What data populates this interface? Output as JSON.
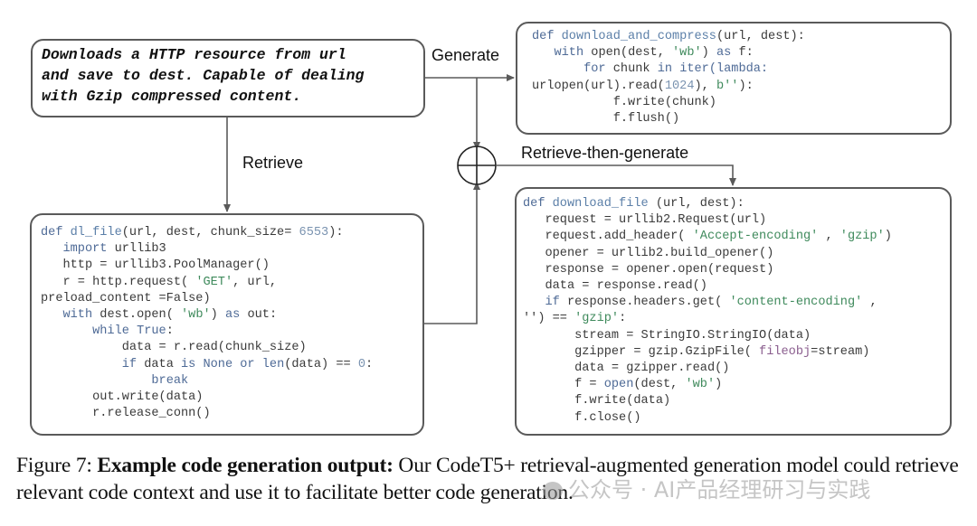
{
  "prompt": {
    "lines": [
      "Downloads a HTTP resource from url",
      "and save to dest. Capable of dealing",
      "with Gzip compressed content."
    ]
  },
  "labels": {
    "generate": "Generate",
    "retrieve": "Retrieve",
    "retrieve_then_generate": "Retrieve-then-generate"
  },
  "generated_code": {
    "lines": [
      [
        {
          "t": "def ",
          "c": "kw"
        },
        {
          "t": "download_and_compress",
          "c": "fn"
        },
        {
          "t": "(url, dest):",
          "c": ""
        }
      ],
      [
        {
          "t": "   ",
          "c": ""
        },
        {
          "t": "with ",
          "c": "kw"
        },
        {
          "t": "open(dest, ",
          "c": ""
        },
        {
          "t": "'wb'",
          "c": "str"
        },
        {
          "t": ") ",
          "c": ""
        },
        {
          "t": "as ",
          "c": "kw"
        },
        {
          "t": "f:",
          "c": ""
        }
      ],
      [
        {
          "t": "       ",
          "c": ""
        },
        {
          "t": "for ",
          "c": "kw"
        },
        {
          "t": "chunk ",
          "c": ""
        },
        {
          "t": "in ",
          "c": "kw"
        },
        {
          "t": "iter(",
          "c": "kw"
        },
        {
          "t": "lambda:",
          "c": "kw"
        }
      ],
      [
        {
          "t": "urlopen(url).read(",
          "c": ""
        },
        {
          "t": "1024",
          "c": "num"
        },
        {
          "t": "), ",
          "c": ""
        },
        {
          "t": "b''",
          "c": "str"
        },
        {
          "t": "):",
          "c": ""
        }
      ],
      [
        {
          "t": "           f.write(chunk)",
          "c": ""
        }
      ],
      [
        {
          "t": "           f.flush()",
          "c": ""
        }
      ]
    ]
  },
  "retrieved_code": {
    "lines": [
      [
        {
          "t": "def ",
          "c": "kw"
        },
        {
          "t": "dl_file",
          "c": "fn"
        },
        {
          "t": "(url, dest, chunk_size= ",
          "c": ""
        },
        {
          "t": "6553",
          "c": "num"
        },
        {
          "t": "):",
          "c": ""
        }
      ],
      [
        {
          "t": "   ",
          "c": ""
        },
        {
          "t": "import ",
          "c": "kw"
        },
        {
          "t": "urllib3",
          "c": ""
        }
      ],
      [
        {
          "t": "   http = urllib3.PoolManager()",
          "c": ""
        }
      ],
      [
        {
          "t": "   r = http.request( ",
          "c": ""
        },
        {
          "t": "'GET'",
          "c": "str"
        },
        {
          "t": ", url,",
          "c": ""
        }
      ],
      [
        {
          "t": "preload_content =False)",
          "c": ""
        }
      ],
      [
        {
          "t": "   ",
          "c": ""
        },
        {
          "t": "with ",
          "c": "kw"
        },
        {
          "t": "dest.open( ",
          "c": ""
        },
        {
          "t": "'wb'",
          "c": "str"
        },
        {
          "t": ") ",
          "c": ""
        },
        {
          "t": "as ",
          "c": "kw"
        },
        {
          "t": "out:",
          "c": ""
        }
      ],
      [
        {
          "t": "       ",
          "c": ""
        },
        {
          "t": "while ",
          "c": "kw"
        },
        {
          "t": "True",
          "c": "kw"
        },
        {
          "t": ":",
          "c": ""
        }
      ],
      [
        {
          "t": "           data = r.read(chunk_size)",
          "c": ""
        }
      ],
      [
        {
          "t": "           ",
          "c": ""
        },
        {
          "t": "if ",
          "c": "kw"
        },
        {
          "t": "data ",
          "c": ""
        },
        {
          "t": "is None or ",
          "c": "kw"
        },
        {
          "t": "len",
          "c": "kw"
        },
        {
          "t": "(data) == ",
          "c": ""
        },
        {
          "t": "0",
          "c": "num"
        },
        {
          "t": ":",
          "c": ""
        }
      ],
      [
        {
          "t": "               ",
          "c": ""
        },
        {
          "t": "break",
          "c": "kw"
        }
      ],
      [
        {
          "t": "       out.write(data)",
          "c": ""
        }
      ],
      [
        {
          "t": "       r.release_conn()",
          "c": ""
        }
      ]
    ]
  },
  "rtg_code": {
    "lines": [
      [
        {
          "t": "def ",
          "c": "kw"
        },
        {
          "t": "download_file",
          "c": "fn"
        },
        {
          "t": " (url, dest):",
          "c": ""
        }
      ],
      [
        {
          "t": "   request = urllib2.Request(url)",
          "c": ""
        }
      ],
      [
        {
          "t": "   request.add_header( ",
          "c": ""
        },
        {
          "t": "'Accept-encoding'",
          "c": "str"
        },
        {
          "t": " , ",
          "c": ""
        },
        {
          "t": "'gzip'",
          "c": "str"
        },
        {
          "t": ")",
          "c": ""
        }
      ],
      [
        {
          "t": "   opener = urllib2.build_opener()",
          "c": ""
        }
      ],
      [
        {
          "t": "   response = opener.open(request)",
          "c": ""
        }
      ],
      [
        {
          "t": "   data = response.read()",
          "c": ""
        }
      ],
      [
        {
          "t": "   ",
          "c": ""
        },
        {
          "t": "if ",
          "c": "kw"
        },
        {
          "t": "response.headers.get( ",
          "c": ""
        },
        {
          "t": "'content-encoding'",
          "c": "str"
        },
        {
          "t": " ,",
          "c": ""
        }
      ],
      [
        {
          "t": "'') == ",
          "c": ""
        },
        {
          "t": "'gzip'",
          "c": "str"
        },
        {
          "t": ":",
          "c": ""
        }
      ],
      [
        {
          "t": "       stream = StringIO.StringIO(data)",
          "c": ""
        }
      ],
      [
        {
          "t": "       gzipper = gzip.GzipFile( ",
          "c": ""
        },
        {
          "t": "fileobj",
          "c": "param"
        },
        {
          "t": "=stream)",
          "c": ""
        }
      ],
      [
        {
          "t": "       data = gzipper.read()",
          "c": ""
        }
      ],
      [
        {
          "t": "       f = ",
          "c": ""
        },
        {
          "t": "open",
          "c": "kw"
        },
        {
          "t": "(dest, ",
          "c": ""
        },
        {
          "t": "'wb'",
          "c": "str"
        },
        {
          "t": ")",
          "c": ""
        }
      ],
      [
        {
          "t": "       f.write(data)",
          "c": ""
        }
      ],
      [
        {
          "t": "       f.close()",
          "c": ""
        }
      ]
    ]
  },
  "caption": {
    "prefix": "Figure 7: ",
    "bold": "Example code generation output:",
    "rest": " Our CodeT5+ retrieval-augmented generation model could retrieve relevant code context and use it to facilitate better code generation."
  },
  "watermark": {
    "text": "公众号 · AI产品经理研习与实践"
  },
  "colors": {
    "border": "#5a5a5a",
    "keyword": "#4e6a96",
    "string": "#3f8a5c",
    "number": "#7a93b0"
  }
}
